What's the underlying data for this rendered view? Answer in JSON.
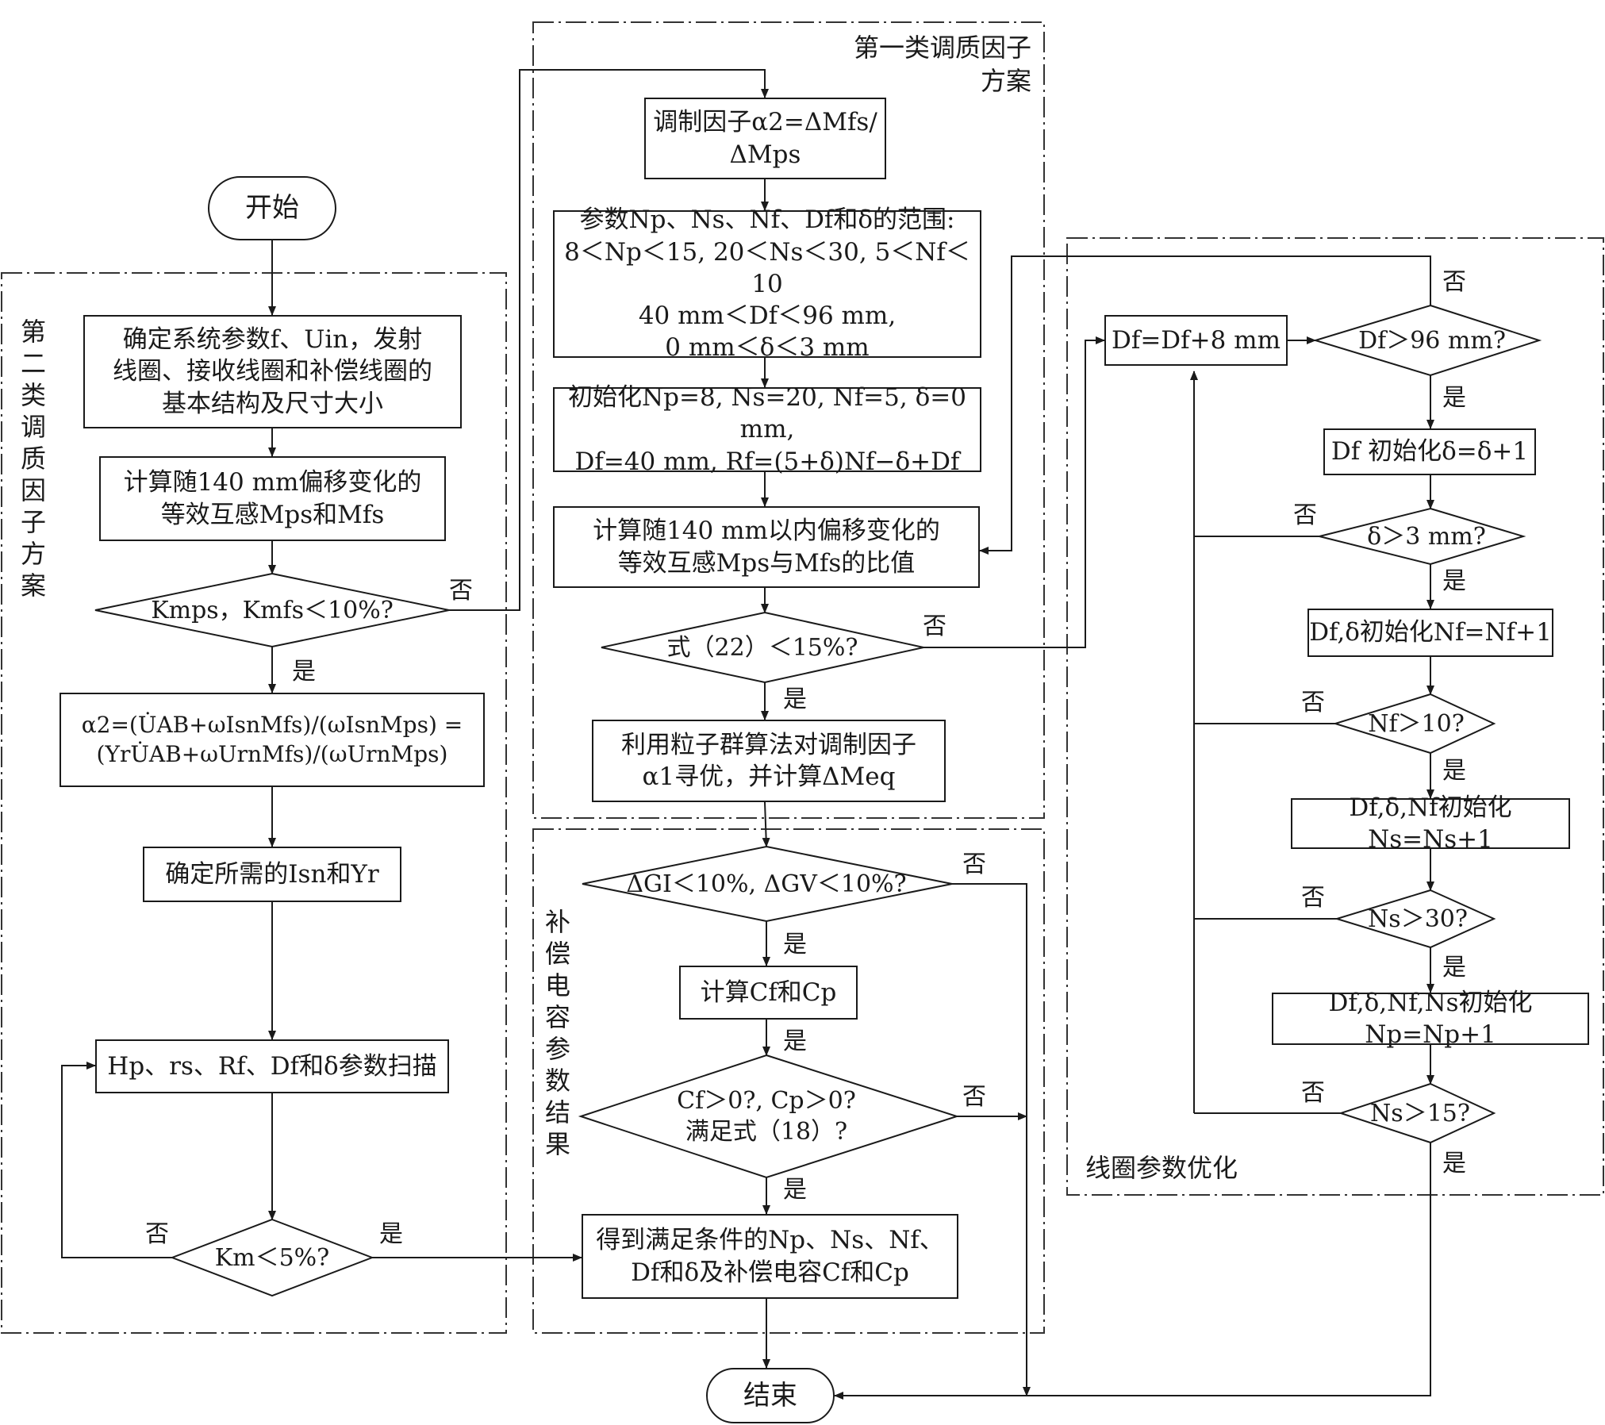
{
  "groups": {
    "second": "第二类调质因子方案",
    "first_line1": "第一类调质因子",
    "first_line2": "方案",
    "cap": "补偿电容参数结果",
    "coil": "线圈参数优化"
  },
  "terminals": {
    "start": "开始",
    "end": "结束"
  },
  "left": {
    "determine_params": [
      "确定系统参数f、Uin，发射",
      "线圈、接收线圈和补偿线圈的",
      "基本结构及尺寸大小"
    ],
    "compute_mutual": [
      "计算随140 mm偏移变化的",
      "等效互感Mps和Mfs"
    ],
    "check_k": "Kmps，Kmfs＜10%?",
    "alpha2_formula": "α2=(U̇AB+ωIsnMfs)/(ωIsnMps) = (YrU̇AB+ωUrnMfs)/(ωUrnMps)",
    "determine_isn": "确定所需的Isn和Yr",
    "scan": "Hp、rs、Rf、Df和δ参数扫描",
    "check_km": "Km＜5%?"
  },
  "middle": {
    "mod_factor": "调制因子α2=ΔMfs/ΔMps",
    "param_range": [
      "参数Np、Ns、Nf、Df和δ的范围:",
      "8＜Np＜15, 20＜Ns＜30, 5＜Nf＜10",
      "40 mm＜Df＜96 mm,",
      "0 mm＜δ＜3 mm"
    ],
    "init": [
      "初始化Np=8, Ns=20, Nf=5, δ=0 mm,",
      "Df=40 mm, Rf=(5+δ)Nf−δ+Df"
    ],
    "compute_ratio": [
      "计算随140 mm以内偏移变化的",
      "等效互感Mps与Mfs的比值"
    ],
    "check_eq22": "式（22）＜15%?",
    "pso": [
      "利用粒子群算法对调制因子",
      "α1寻优，并计算ΔMeq"
    ],
    "check_g": "ΔGI＜10%, ΔGV＜10%?",
    "compute_c": "计算Cf和Cp",
    "check_c": [
      "Cf＞0?, Cp＞0?",
      "满足式（18）?"
    ],
    "result": [
      "得到满足条件的Np、Ns、Nf、",
      "Df和δ及补偿电容Cf和Cp"
    ]
  },
  "right": {
    "df_inc": "Df=Df+8 mm",
    "check_df": "Df＞96 mm?",
    "delta_inc": "Df 初始化δ=δ+1",
    "check_delta": "δ＞3 mm?",
    "nf_inc": "Df,δ初始化Nf=Nf+1",
    "check_nf": "Nf＞10?",
    "ns_inc": "Df,δ,Nf初始化Ns=Ns+1",
    "check_ns": "Ns＞30?",
    "np_inc": "Df,δ,Nf,Ns初始化Np=Np+1",
    "check_np": "Ns＞15?"
  },
  "labels": {
    "yes": "是",
    "no": "否"
  }
}
